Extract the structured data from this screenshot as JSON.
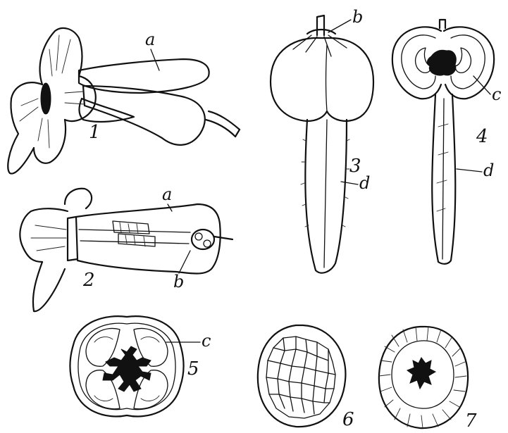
{
  "labels": {
    "fig1": {
      "number": "1",
      "a": "a"
    },
    "fig2": {
      "number": "2",
      "a": "a",
      "b": "b"
    },
    "fig3": {
      "number": "3",
      "b": "b",
      "d": "d"
    },
    "fig4": {
      "number": "4",
      "c": "c",
      "d": "d"
    },
    "fig5": {
      "number": "5",
      "c": "c"
    },
    "fig6": {
      "number": "6"
    },
    "fig7": {
      "number": "7"
    }
  },
  "colors": {
    "ink": "#111111",
    "paper": "#ffffff"
  }
}
